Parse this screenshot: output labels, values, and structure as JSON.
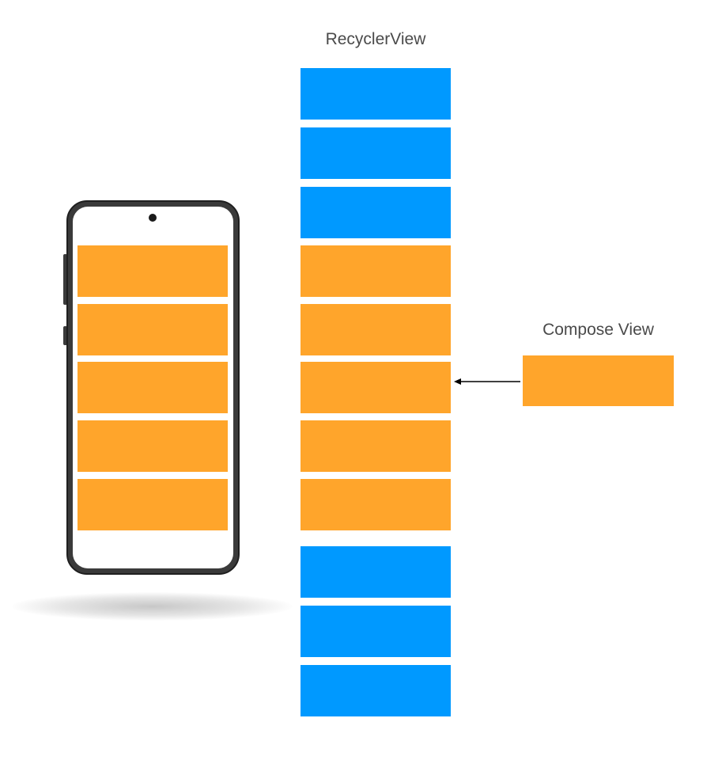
{
  "labels": {
    "recyclerview": "RecyclerView",
    "compose_view": "Compose View"
  },
  "colors": {
    "blue": "#0099FF",
    "orange": "#FFA52B",
    "phone_frame": "#3A3A3A",
    "arrow": "#000000"
  },
  "recyclerview_items": [
    "blue",
    "blue",
    "blue",
    "orange",
    "orange",
    "orange",
    "orange",
    "orange",
    "blue",
    "blue",
    "blue"
  ],
  "phone_visible_items": [
    "orange",
    "orange",
    "orange",
    "orange",
    "orange"
  ]
}
